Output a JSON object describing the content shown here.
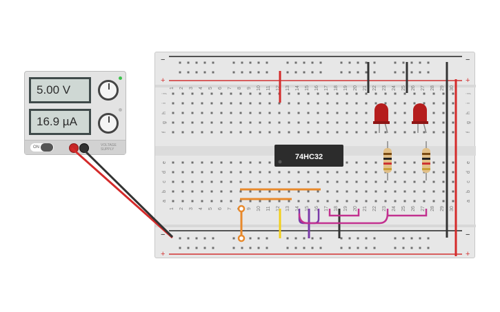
{
  "power_supply": {
    "voltage_display": "5.00 V",
    "current_display": "16.9 µA",
    "on_label": "ON",
    "brand_label": "VOLTAGE SUPPLY"
  },
  "breadboard": {
    "chip_label": "74HC32",
    "row_letters_top": [
      "j",
      "i",
      "h",
      "g",
      "f"
    ],
    "row_letters_bottom": [
      "e",
      "d",
      "c",
      "b",
      "a"
    ],
    "rail_minus": "−",
    "rail_plus": "+"
  },
  "colors": {
    "wire_red": "#d42a2a",
    "wire_black": "#333333",
    "wire_orange": "#e8892b",
    "wire_yellow": "#f2cf1a",
    "wire_purple": "#7a3aa8",
    "wire_magenta": "#c2308f",
    "led_red": "#b51d1d"
  }
}
